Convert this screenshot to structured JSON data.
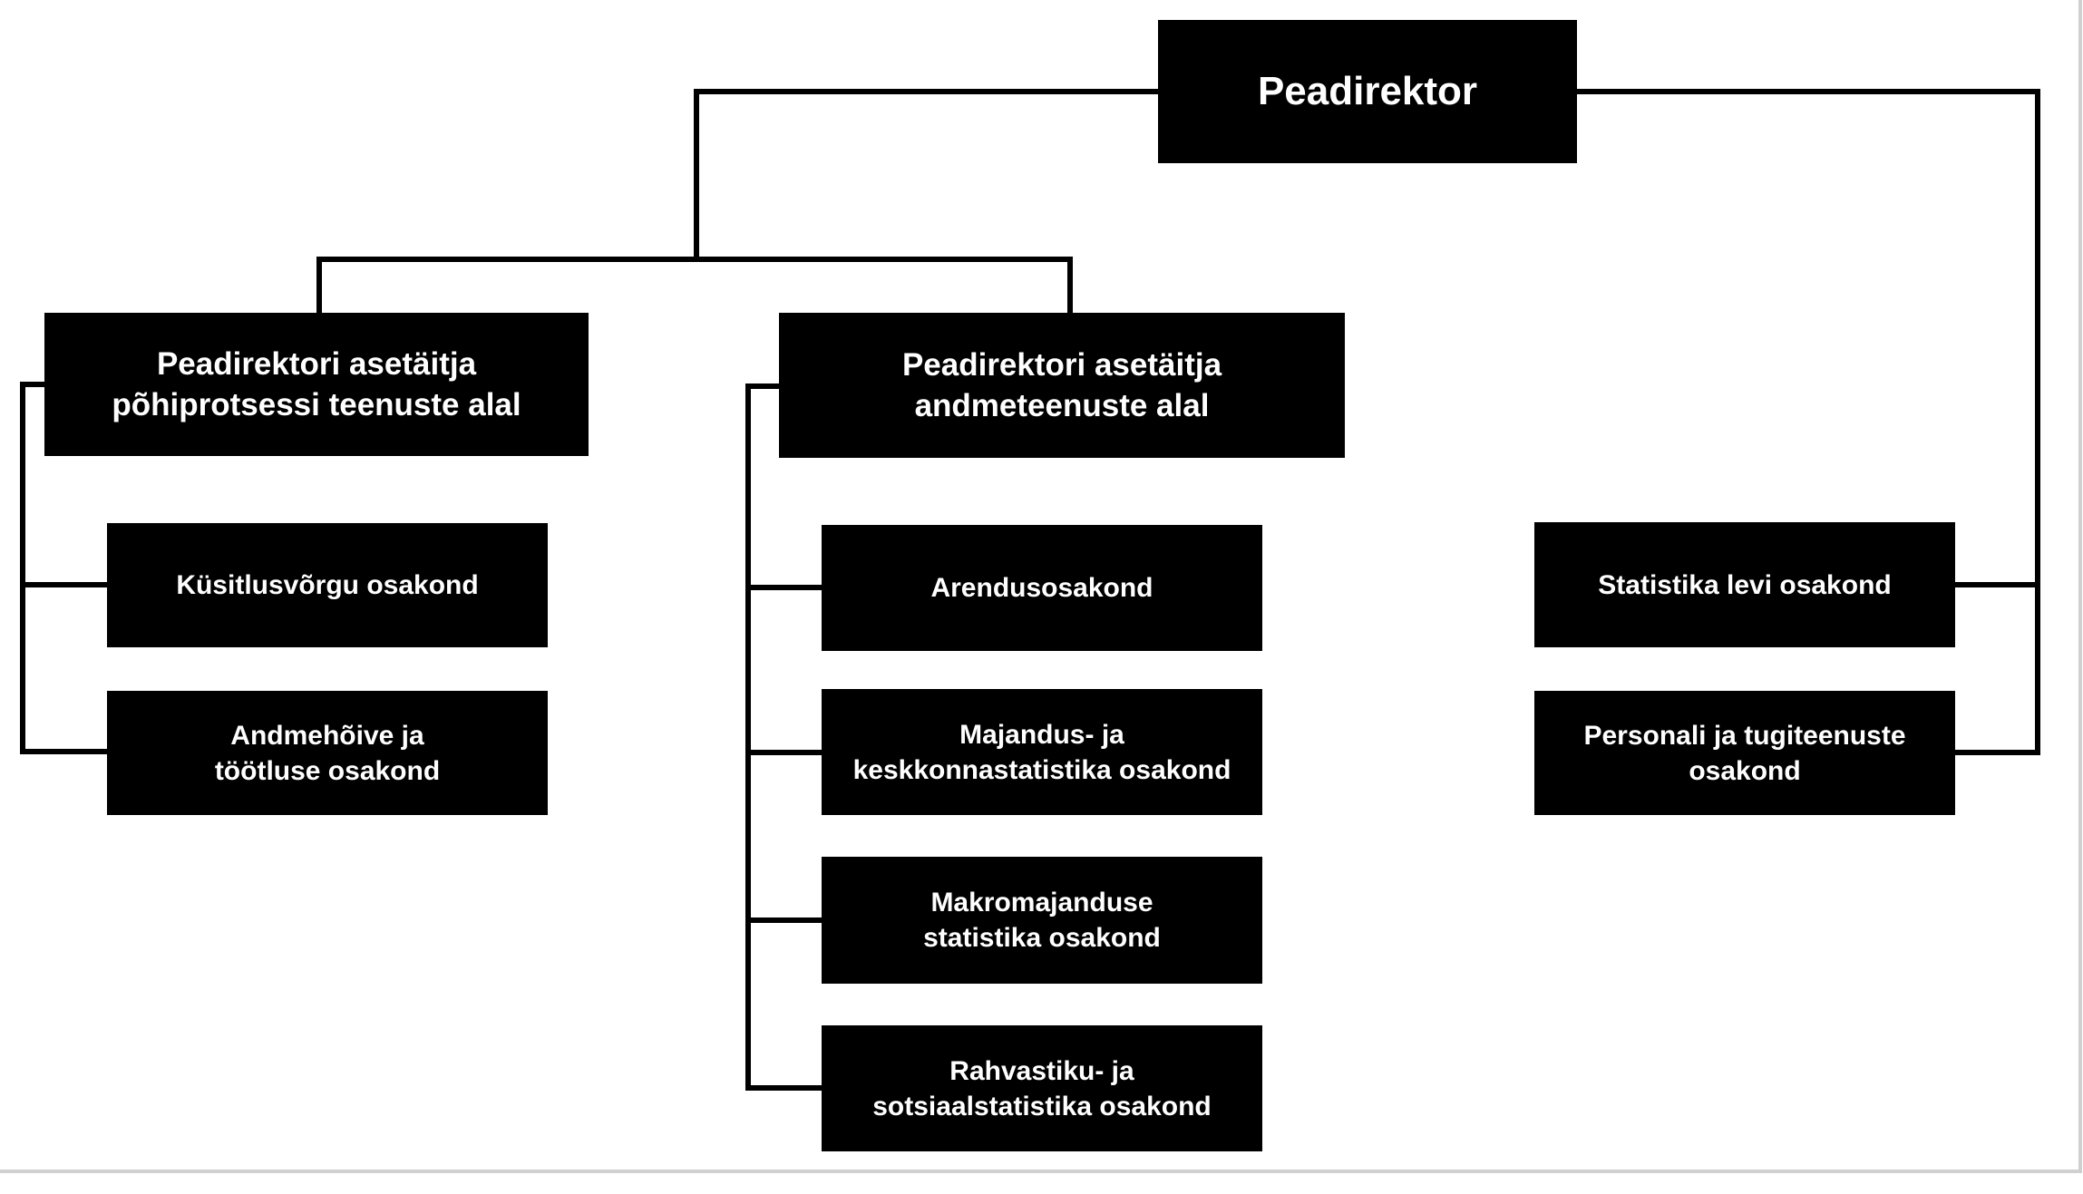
{
  "page": {
    "background": "#ffffff",
    "edge_border_color": "#d0d0d0"
  },
  "org_chart": {
    "type": "organization-chart",
    "colors": {
      "node_bg": "#000000",
      "node_text": "#ffffff",
      "connector": "#000000"
    },
    "root": {
      "label": "Peadirektor"
    },
    "branches": [
      {
        "deputy": {
          "label": "Peadirektori asetäitja\npõhiprotsessi teenuste alal"
        },
        "departments": [
          {
            "label": "Küsitlusvõrgu osakond"
          },
          {
            "label": "Andmehõive ja\ntöötluse osakond"
          }
        ]
      },
      {
        "deputy": {
          "label": "Peadirektori asetäitja\nandmeteenuste alal"
        },
        "departments": [
          {
            "label": "Arendusosakond"
          },
          {
            "label": "Majandus- ja\nkeskkonnastatistika osakond"
          },
          {
            "label": "Makromajanduse\nstatistika osakond"
          },
          {
            "label": "Rahvastiku- ja\nsotsiaalstatistika osakond"
          }
        ]
      },
      {
        "deputy": null,
        "departments": [
          {
            "label": "Statistika levi osakond"
          },
          {
            "label": "Personali ja tugiteenuste\nosakond"
          }
        ]
      }
    ]
  }
}
